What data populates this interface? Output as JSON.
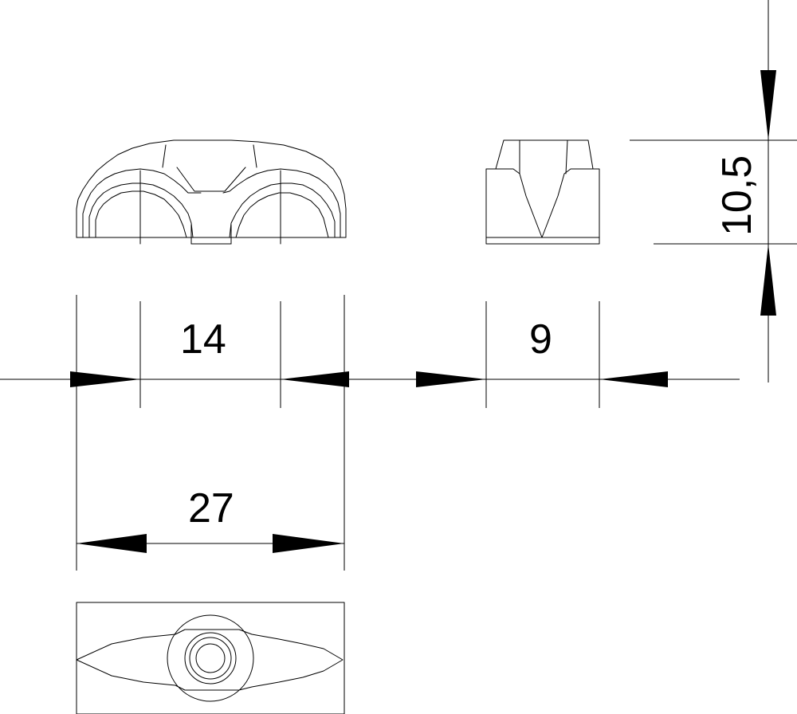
{
  "dimensions": {
    "d14": "14",
    "d9": "9",
    "d27": "27",
    "d10_5": "10,5"
  }
}
